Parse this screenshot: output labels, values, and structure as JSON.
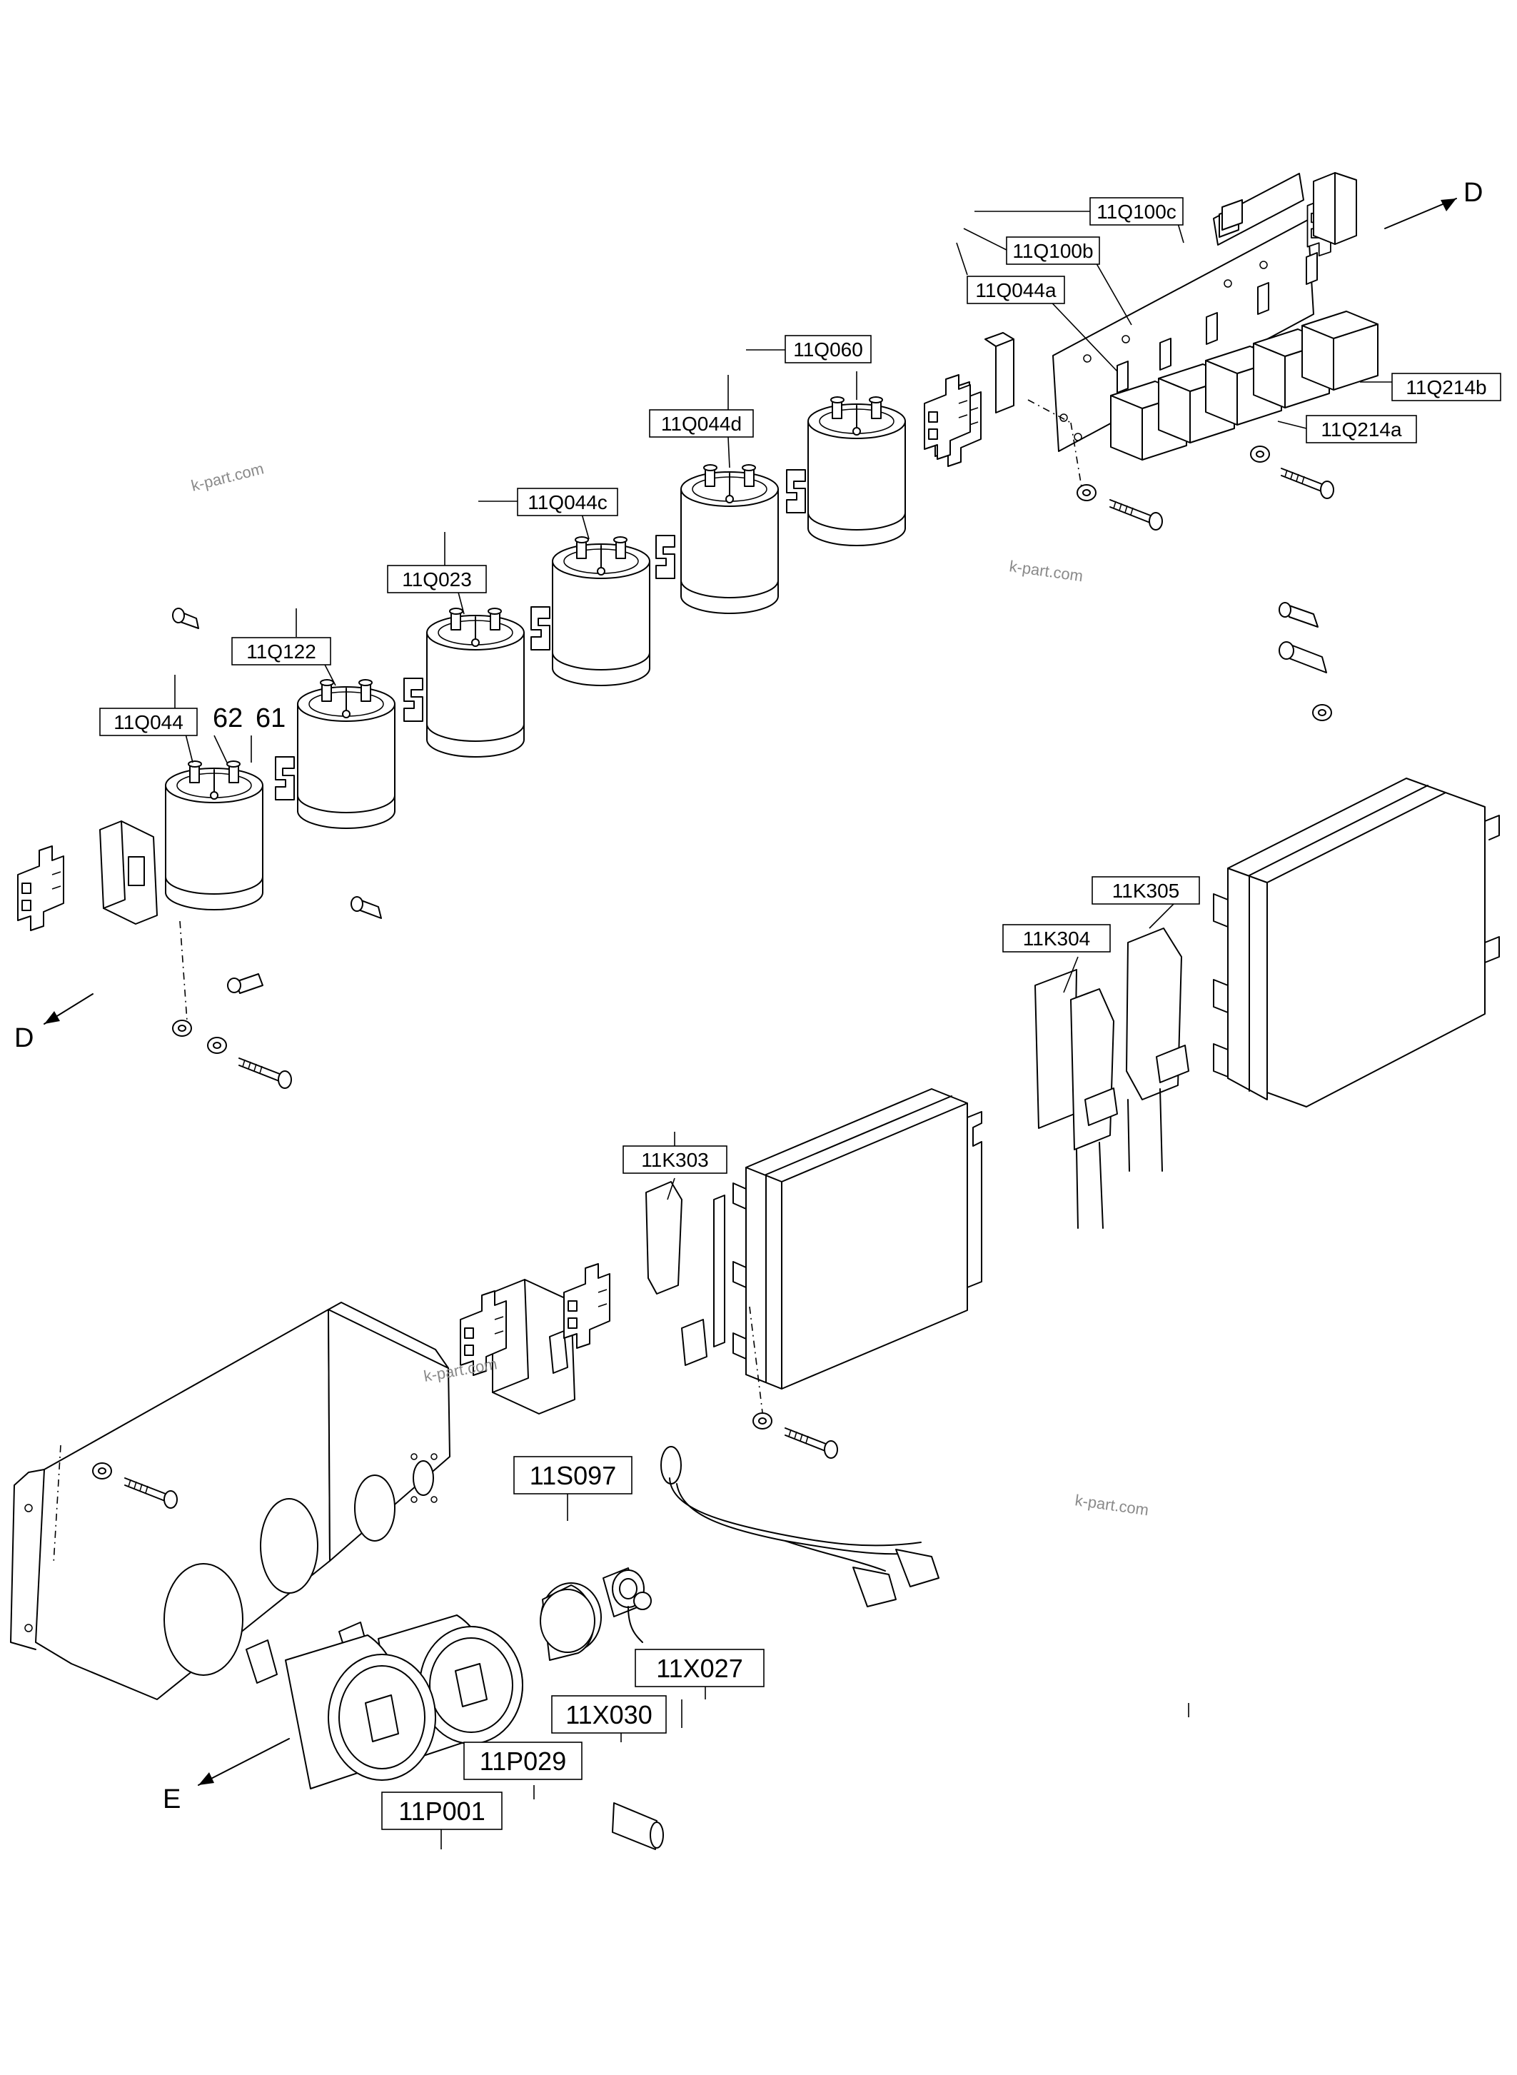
{
  "labels": {
    "q100c": "11Q100c",
    "q100b": "11Q100b",
    "q044a": "11Q044a",
    "q060": "11Q060",
    "q044d": "11Q044d",
    "q044c": "11Q044c",
    "q023": "11Q023",
    "q122": "11Q122",
    "q044": "11Q044",
    "q214b": "11Q214b",
    "q214a": "11Q214a",
    "k305": "11K305",
    "k304": "11K304",
    "k303": "11K303",
    "s097": "11S097",
    "x027": "11X027",
    "x030": "11X030",
    "p029": "11P029",
    "p001": "11P001"
  },
  "terminals": {
    "t62": "62",
    "t61": "61"
  },
  "direction_refs": {
    "d_top": "D",
    "d_left": "D",
    "e_bottom": "E"
  },
  "watermark": "k-part.com"
}
